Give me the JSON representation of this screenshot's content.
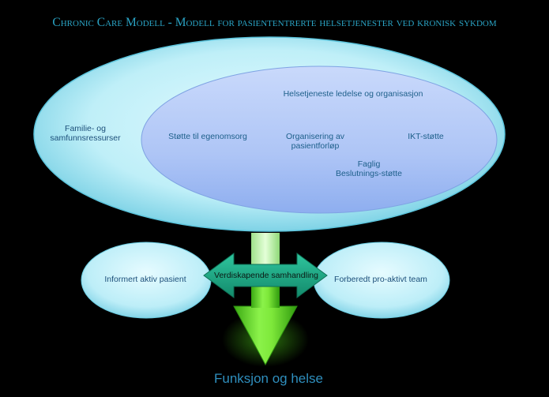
{
  "title": "Chronic Care Modell - Modell for pasiententrerte helsetjenester ved kronisk sykdom",
  "outer_ellipse": {
    "label_line1": "Familie- og",
    "label_line2": "samfunnsressurser"
  },
  "inner_ellipse": {
    "header": "Helsetjeneste ledelse og organisasjon",
    "items": [
      {
        "line1": "Støtte til egenomsorg",
        "line2": ""
      },
      {
        "line1": "Organisering av",
        "line2": "pasientforløp"
      },
      {
        "line1": "IKT-støtte",
        "line2": ""
      },
      {
        "line1": "Faglig",
        "line2": "Beslutnings-støtte"
      }
    ]
  },
  "left_oval": {
    "label": "Informert aktiv pasient"
  },
  "right_oval": {
    "label": "Forberedt pro-aktivt team"
  },
  "double_arrow": {
    "label": "Verdiskapende samhandling"
  },
  "outcome": {
    "label": "Funksjon og helse"
  },
  "colors": {
    "background": "#000000",
    "title": "#2aa3c4",
    "outer_fill": "#bdeef6",
    "inner_fill": "#a5c0f4",
    "oval_fill": "#bfeef8",
    "double_arrow": "#1fa584",
    "down_arrow": "#5edc1f",
    "outcome_text": "#2f8fbe"
  }
}
